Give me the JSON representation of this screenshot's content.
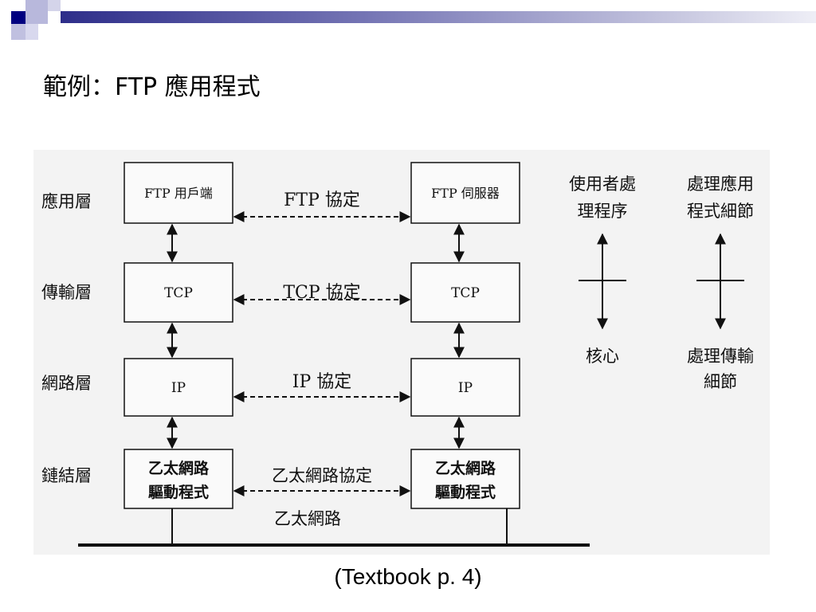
{
  "slide": {
    "title": "範例：FTP 應用程式",
    "caption": "(Textbook p. 4)"
  },
  "diagram": {
    "layers": [
      "應用層",
      "傳輸層",
      "網路層",
      "鏈結層"
    ],
    "client_boxes": [
      [
        "FTP 用戶端"
      ],
      [
        "TCP"
      ],
      [
        "IP"
      ],
      [
        "乙太網路",
        "驅動程式"
      ]
    ],
    "server_boxes": [
      [
        "FTP 伺服器"
      ],
      [
        "TCP"
      ],
      [
        "IP"
      ],
      [
        "乙太網路",
        "驅動程式"
      ]
    ],
    "protocols": [
      "FTP 協定",
      "TCP 協定",
      "IP 協定",
      "乙太網路協定"
    ],
    "medium": "乙太網路",
    "side_labels": {
      "user_process_top": [
        "使用者處",
        "理程序"
      ],
      "user_process_bottom": [
        "核心"
      ],
      "app_detail_top": [
        "處理應用",
        "程式細節"
      ],
      "app_detail_bottom": [
        "處理傳輸",
        "細節"
      ]
    }
  },
  "colors": {
    "accent_dark": "#000080",
    "accent_light": "#9c9ccc",
    "diagram_bg": "#f3f3f3"
  }
}
